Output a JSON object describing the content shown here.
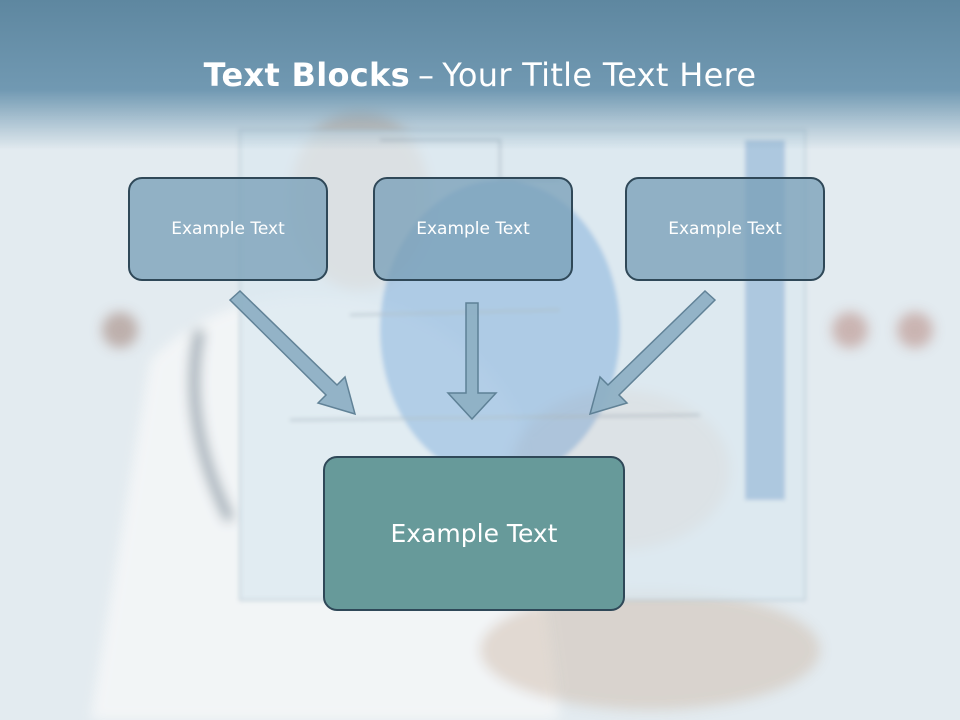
{
  "title": {
    "bold": "Text Blocks",
    "dash": "–",
    "rest": "Your Title Text Here"
  },
  "boxes": [
    {
      "text": "Example Text"
    },
    {
      "text": "Example Text"
    },
    {
      "text": "Example Text"
    }
  ],
  "target": {
    "text": "Example Text"
  },
  "colors": {
    "header": "#6a93ac",
    "box_fill": "#7aa0b8",
    "target_fill": "#679a9a",
    "border": "#2f4858",
    "arrow_fill": "#8fb0c4",
    "arrow_stroke": "#5a7d92"
  }
}
